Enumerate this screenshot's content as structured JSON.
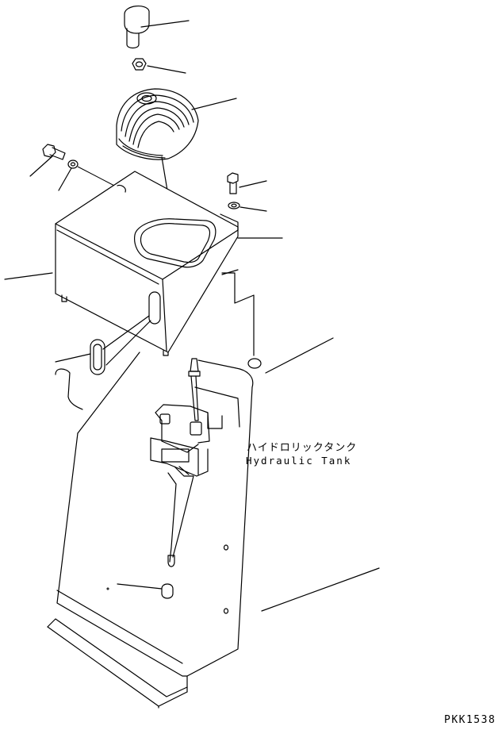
{
  "labels": {
    "tank_jp": "ハイドロリックタンク",
    "tank_en": "Hydraulic Tank",
    "drawing_code": "PKK1538"
  }
}
